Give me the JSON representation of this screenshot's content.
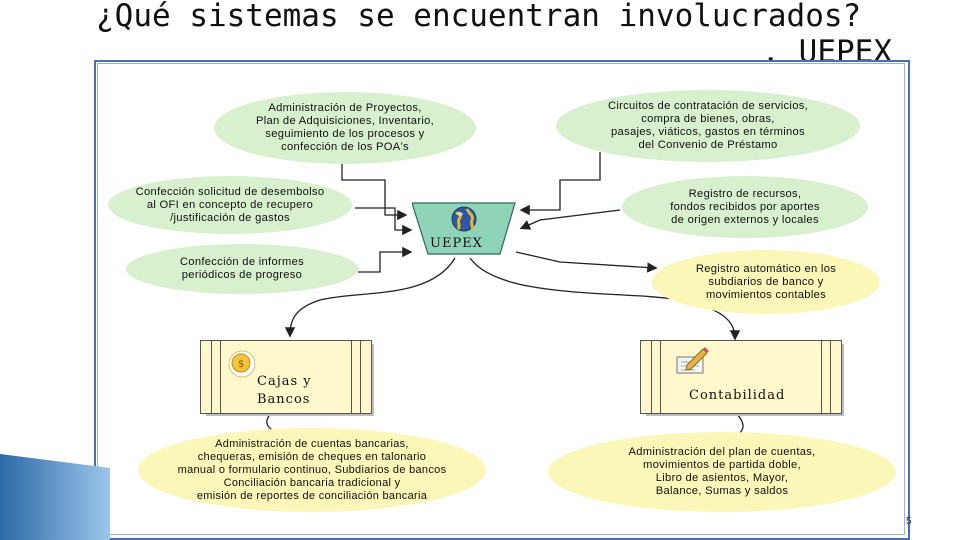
{
  "title": {
    "line1": "¿Qué sistemas se encuentran involucrados?",
    "line2": ". UEPEX"
  },
  "center": {
    "label": "UEPEX",
    "icon": "globe-icon"
  },
  "ellipses": {
    "admin_proyectos": "Administración de  Proyectos,\nPlan de Adquisiciones, Inventario,\nseguimiento de los procesos y\nconfección de los POA's",
    "circuitos": "Circuitos de contratación de servicios,\ncompra de bienes, obras,\npasajes, viáticos, gastos en términos\ndel Convenio de Préstamo",
    "desembolso": "Confección  solicitud de desembolso\nal OFI en concepto de recupero\n/justificación de gastos",
    "registro_recursos": "Registro de recursos,\nfondos recibidos por  aportes\nde origen externos y locales",
    "informes": "Confección de informes\nperiódicos de progreso",
    "registro_auto": "Registro automático en los\nsubdiarios de banco y\nmovimientos  contables",
    "admin_cuentas": "Administración de cuentas bancarias,\nchequeras, emisión de cheques en talonario\nmanual o formulario continuo,  Subdiarios de bancos\nConciliación bancaria tradicional y\nemisión de reportes de conciliación bancaria",
    "admin_plan": "Administración del plan de cuentas,\nmovimientos de partida doble,\nLibro de asientos, Mayor,\nBalance, Sumas y saldos"
  },
  "boxes": {
    "cajas": {
      "label": "Cajas y\nBancos",
      "icon": "coin-icon"
    },
    "contabilidad": {
      "label": "Contabilidad",
      "icon": "notepad-pencil-icon"
    }
  },
  "page_number": "5",
  "colors": {
    "green_ellipse": "#d9f0cf",
    "yellow_ellipse": "#fbf7b8",
    "box_fill": "#fff8cc",
    "frame": "#4a6fb5",
    "trapezoid": "#8fd3b8"
  }
}
